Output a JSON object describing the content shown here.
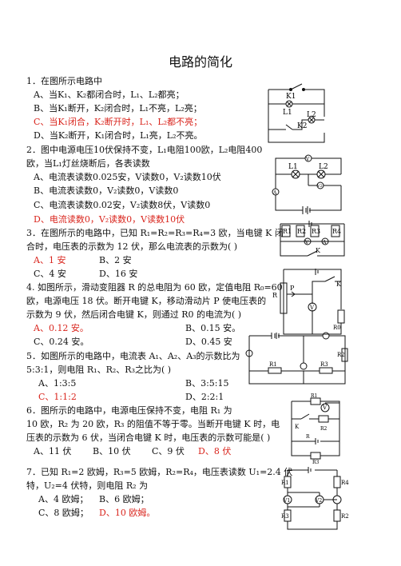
{
  "title": "电路的简化",
  "q1": {
    "stem": "1．在图所示电路中",
    "A": "A、当K₁、K₂都闭合时，L₁、L₂都亮；",
    "B": "B、当K₁断开，K₂闭合时，L₁不亮，L₂亮；",
    "C": "C、当K₁闭合，K₂断开时，L₁、L₂都不亮；",
    "D": "D、当K₂断开，K₁闭合时，L₁亮，L₂不亮。",
    "fig": {
      "K1": "K1",
      "L1": "L1",
      "L2": "L2",
      "K2": "K2"
    }
  },
  "q2": {
    "stem1": "2．图中电源电压10伏保持不变，L₁电阻100欧，L₂电阻400",
    "stem2": "欧，当L₁灯丝烧断后，各表读数",
    "A": "A、电流表读数0.025安，V读数0，V₂读数10伏",
    "B": "B、电流表读数0，V₂读数0，V读数0",
    "C": "C、电流表读数0.02安，V₂读数8伏，V读数0",
    "D": "D、电流读数0，V₂读数0，V读数10伏",
    "fig": {
      "V": "V",
      "L1": "L1",
      "L2": "L2",
      "A": "A",
      "V2": "V2"
    }
  },
  "q3": {
    "stem1": "3．在图所示的电路中，已知 R₁=R₂=R₃=R₄=3 欧，当电键 K 闭",
    "stem2": "合时，电压表的示数为 12 伏，那么电流表的示数为(     )",
    "A": "A、1 安",
    "B": "B、2 安",
    "C": "C、4 安",
    "D": "D、16 安",
    "fig": {
      "R1": "R1",
      "R2": "R2",
      "R3": "R3",
      "R4": "R4",
      "V": "V",
      "A": "A",
      "K": "K"
    }
  },
  "q4": {
    "stem1": "4. 如图所示，滑动变阻器 R 的总电阻为 60 欧，定值电阻 R₀=60",
    "stem2": "欧，电源电压 18 伏。断开电键 K，移动滑动片 P 使电压表的",
    "stem3": "示数为 9 伏，然后闭合电键 K，则通过 R0 的电流为(     )",
    "A": "A、0.12 安。",
    "B": "B、0.15 安。",
    "C": "C、0.24 安。",
    "D": "D、0.45 安",
    "fig": {
      "P": "P",
      "R": "R",
      "K": "K",
      "V": "V",
      "R0": "R0"
    }
  },
  "q5": {
    "stem1": "5．如图所示的电路中，电流表 A₁、A₂、A₃的示数比为",
    "stem2": "5:3:1，则电阻 R₁、R₂、R₃之比为(     )",
    "A": "A、1:3:5",
    "B": "B、3:5:15",
    "C": "C、1:1:2",
    "D": "D、2:2:1",
    "fig": {
      "R1": "R1",
      "R2": "R2",
      "R3": "R3"
    }
  },
  "q6": {
    "stem1": "6．图所示的电路中，电源电压保持不变，电阻 R₁ 为",
    "stem2": "10 欧，R₂ 为 20 欧，R₃ 的阻值不等于零。当断开电键 K 时，电",
    "stem3": "压表的示数为 6 伏，当闭合电键 K 时，电压表的示数可能是(     )",
    "A": "A、11 伏",
    "B": "B、10 伏",
    "C": "C、9 伏",
    "D": "D、8 伏",
    "fig": {
      "R1": "R1",
      "V": "V",
      "K": "K",
      "R2": "R2",
      "R": "R",
      "R3": "R3"
    }
  },
  "q7": {
    "stem1": "7．已知 R₁=2 欧姆，R₃=5 欧姆，R₂=R₄，电压表读数 U₁=2.4 伏",
    "stem2": "特，U₂=4 伏特，则电阻 R₂ 为",
    "A": "A、4 欧姆；",
    "B": "B、6 欧姆；",
    "C": "C、8 欧姆；",
    "D": "D、10 欧姆。",
    "fig": {
      "R1": "R1",
      "R2": "R2",
      "R3": "R3",
      "R4": "R4",
      "V1": "V1",
      "V2": "V2"
    }
  }
}
